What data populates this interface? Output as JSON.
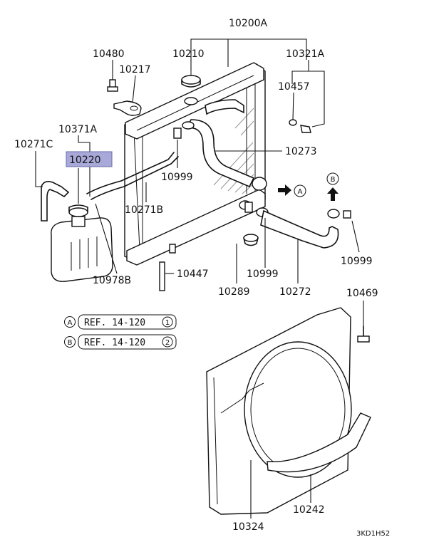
{
  "parts": {
    "p10200A": "10200A",
    "p10480": "10480",
    "p10210": "10210",
    "p10321A": "10321A",
    "p10217": "10217",
    "p10457": "10457",
    "p10371A": "10371A",
    "p10271C": "10271C",
    "p10220": "10220",
    "p10273": "10273",
    "p10999a": "10999",
    "p10271B": "10271B",
    "p10978B": "10978B",
    "p10447": "10447",
    "p10289": "10289",
    "p10999b": "10999",
    "p10272": "10272",
    "p10999c": "10999",
    "p10469": "10469",
    "p10324": "10324",
    "p10242": "10242"
  },
  "arrows": {
    "a": "A",
    "b": "B"
  },
  "refs": {
    "a_marker": "A",
    "a_text": "REF. 14-120",
    "a_num": "1",
    "b_marker": "B",
    "b_text": "REF. 14-120",
    "b_num": "2"
  },
  "diagram_code": "3KD1H52",
  "highlight_color": "#a9a9d9"
}
